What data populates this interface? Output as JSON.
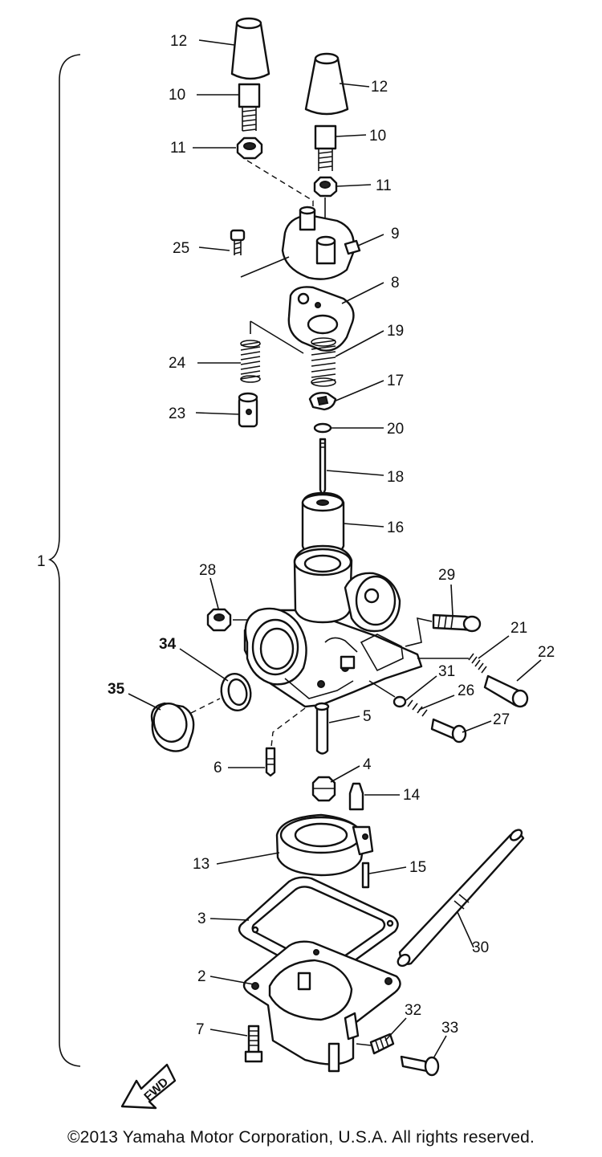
{
  "diagram": {
    "callouts": [
      {
        "id": "c12a",
        "text": "12"
      },
      {
        "id": "c12b",
        "text": "12"
      },
      {
        "id": "c10a",
        "text": "10"
      },
      {
        "id": "c10b",
        "text": "10"
      },
      {
        "id": "c11a",
        "text": "11"
      },
      {
        "id": "c11b",
        "text": "11"
      },
      {
        "id": "c9",
        "text": "9"
      },
      {
        "id": "c25",
        "text": "25"
      },
      {
        "id": "c8",
        "text": "8"
      },
      {
        "id": "c19",
        "text": "19"
      },
      {
        "id": "c24",
        "text": "24"
      },
      {
        "id": "c17",
        "text": "17"
      },
      {
        "id": "c23",
        "text": "23"
      },
      {
        "id": "c20",
        "text": "20"
      },
      {
        "id": "c18",
        "text": "18"
      },
      {
        "id": "c16",
        "text": "16"
      },
      {
        "id": "c1",
        "text": "1"
      },
      {
        "id": "c28",
        "text": "28"
      },
      {
        "id": "c29",
        "text": "29"
      },
      {
        "id": "c21",
        "text": "21"
      },
      {
        "id": "c22",
        "text": "22"
      },
      {
        "id": "c34",
        "text": "34"
      },
      {
        "id": "c31",
        "text": "31"
      },
      {
        "id": "c35",
        "text": "35"
      },
      {
        "id": "c26",
        "text": "26"
      },
      {
        "id": "c5",
        "text": "5"
      },
      {
        "id": "c27",
        "text": "27"
      },
      {
        "id": "c6",
        "text": "6"
      },
      {
        "id": "c4",
        "text": "4"
      },
      {
        "id": "c14",
        "text": "14"
      },
      {
        "id": "c13",
        "text": "13"
      },
      {
        "id": "c15",
        "text": "15"
      },
      {
        "id": "c3",
        "text": "3"
      },
      {
        "id": "c30",
        "text": "30"
      },
      {
        "id": "c2",
        "text": "2"
      },
      {
        "id": "c32",
        "text": "32"
      },
      {
        "id": "c33",
        "text": "33"
      },
      {
        "id": "c7",
        "text": "7"
      }
    ],
    "fwd_label": "FWD"
  },
  "footer": {
    "copyright": "©2013 Yamaha Motor Corporation, U.S.A. All rights reserved."
  }
}
